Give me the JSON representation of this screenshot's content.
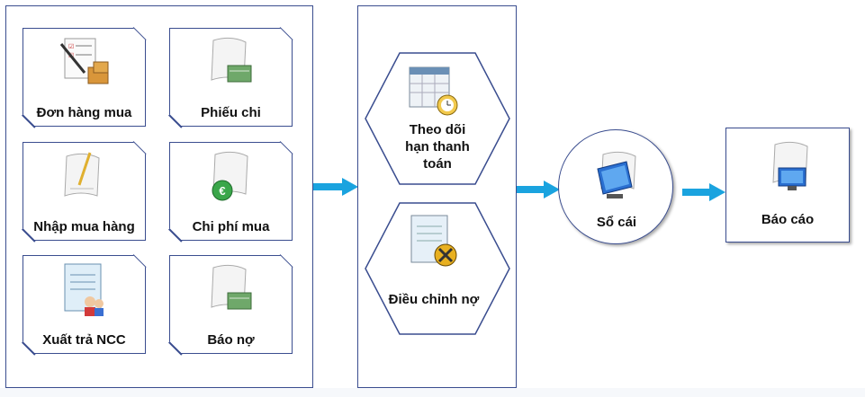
{
  "purchase_documents": [
    {
      "id": "purchase-order",
      "label": "Đơn hàng mua",
      "icon": "purchase-order-icon"
    },
    {
      "id": "payment-voucher",
      "label": "Phiếu chi",
      "icon": "payment-voucher-icon"
    },
    {
      "id": "purchase-receipt",
      "label": "Nhập mua hàng",
      "icon": "purchase-receipt-icon"
    },
    {
      "id": "purchase-cost",
      "label": "Chi phí mua",
      "icon": "purchase-cost-icon"
    },
    {
      "id": "supplier-return",
      "label": "Xuất trả NCC",
      "icon": "supplier-return-icon"
    },
    {
      "id": "debit-note",
      "label": "Báo nợ",
      "icon": "debit-note-icon"
    }
  ],
  "debt_processes": [
    {
      "id": "payment-term-tracking",
      "lines": [
        "Theo dõi",
        "hạn thanh",
        "toán"
      ],
      "icon": "calendar-clock-icon"
    },
    {
      "id": "debt-adjustment",
      "lines": [
        "Điều chỉnh nợ"
      ],
      "icon": "document-tools-icon"
    }
  ],
  "ledger": {
    "label": "Sổ cái",
    "icon": "monitor-icon"
  },
  "report": {
    "label": "Báo cáo",
    "icon": "report-monitor-icon"
  },
  "colors": {
    "border": "#3a4d8f",
    "arrow": "#1aa3df"
  }
}
